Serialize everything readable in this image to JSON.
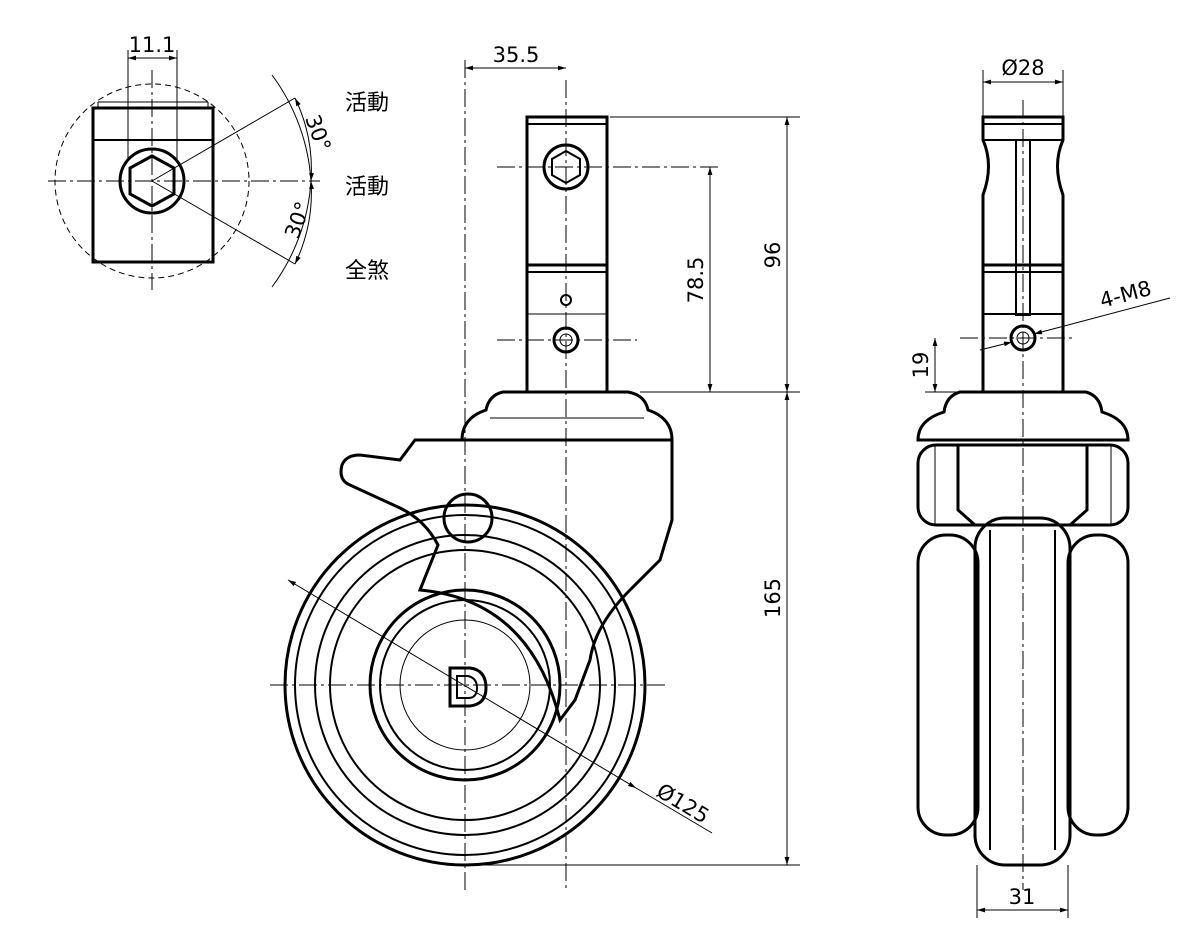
{
  "title_block": null,
  "top_view": {
    "width_dim": "11.1",
    "angle_upper": "30°",
    "angle_lower": "30°",
    "positions": [
      "活動",
      "活動",
      "全煞"
    ]
  },
  "side_view": {
    "offset_dim": "35.5",
    "hex_to_base_dim": "78.5",
    "stem_height_dim": "96",
    "base_height_dim": "165",
    "wheel_diameter_dim": "Ø125"
  },
  "front_view": {
    "stem_diameter_dim": "Ø28",
    "thread_label": "4-M8",
    "hole_height_dim": "19",
    "wheel_width_dim": "31"
  }
}
